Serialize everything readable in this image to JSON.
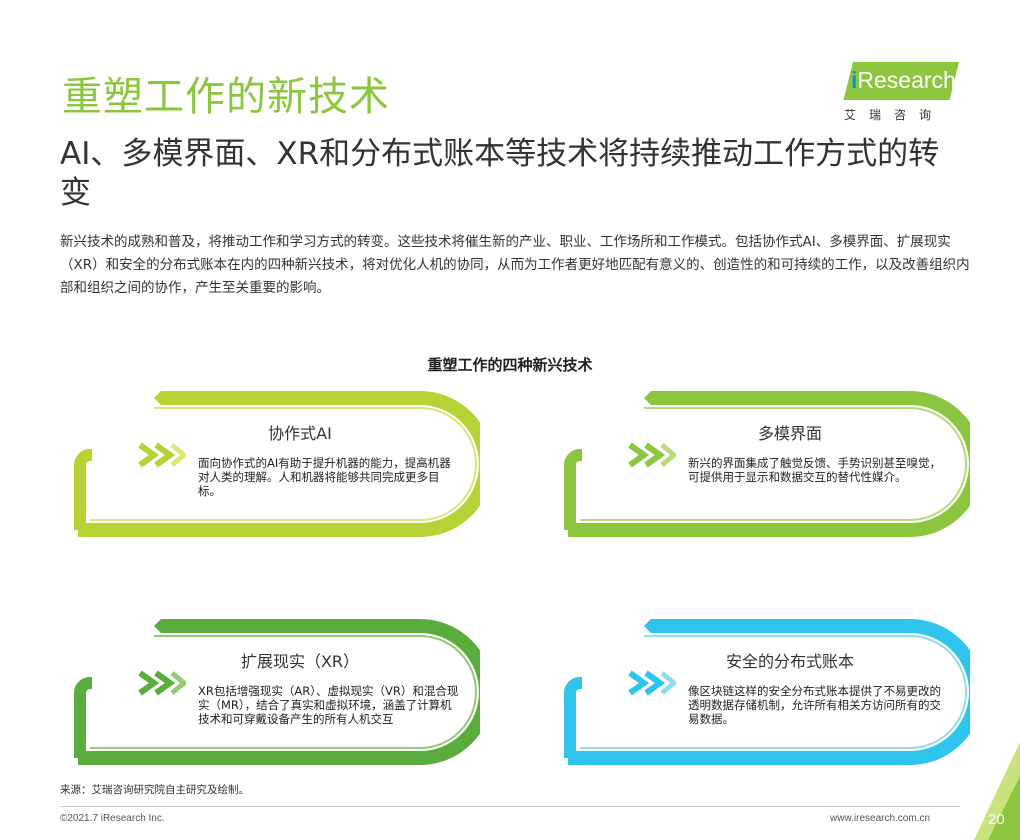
{
  "title": "重塑工作的新技术",
  "subtitle": "AI、多模界面、XR和分布式账本等技术将持续推动工作方式的转变",
  "intro": "新兴技术的成熟和普及，将推动工作和学习方式的转变。这些技术将催生新的产业、职业、工作场所和工作模式。包括协作式AI、多模界面、扩展现实（XR）和安全的分布式账本在内的四种新兴技术，将对优化人机的协同，从而为工作者更好地匹配有意义的、创造性的和可持续的工作，以及改善组织内部和组织之间的协作，产生至关重要的影响。",
  "logo": {
    "i": "i",
    "word": "Research",
    "sub": "艾瑞咨询"
  },
  "diagram": {
    "title": "重塑工作的四种新兴技术",
    "cards": [
      {
        "title": "协作式AI",
        "desc": "面向协作式的AI有助于提升机器的能力，提高机器对人类的理解。人和机器将能够共同完成更多目标。",
        "color": "#b5d334",
        "light": "#d6ea74",
        "icon": "chevron-arrows-icon"
      },
      {
        "title": "多模界面",
        "desc": "新兴的界面集成了触觉反馈、手势识别甚至嗅觉，可提供用于显示和数据交互的替代性媒介。",
        "color": "#8cc63f",
        "light": "#b6dc7a",
        "icon": "chevron-arrows-icon"
      },
      {
        "title": "扩展现实（XR）",
        "desc": "XR包括增强现实（AR）、虚拟现实（VR）和混合现实（MR），结合了真实和虚拟环境，涵盖了计算机技术和可穿戴设备产生的所有人机交互",
        "color": "#5aac3c",
        "light": "#8fcd6f",
        "icon": "chevron-arrows-icon"
      },
      {
        "title": "安全的分布式账本",
        "desc": "像区块链这样的安全分布式账本提供了不易更改的透明数据存储机制，允许所有相关方访问所有的交易数据。",
        "color": "#2ec4ec",
        "light": "#8fdcf4",
        "icon": "chevron-arrows-icon"
      }
    ]
  },
  "source": "来源：艾瑞咨询研究院自主研究及绘制。",
  "footer": {
    "copyright": "©2021.7 iResearch Inc.",
    "site": "www.iresearch.com.cn",
    "page": "20"
  },
  "colors": {
    "title_green": "#8cc63f",
    "corner_green": "#8cc63f",
    "corner_light": "#c8e27c"
  }
}
